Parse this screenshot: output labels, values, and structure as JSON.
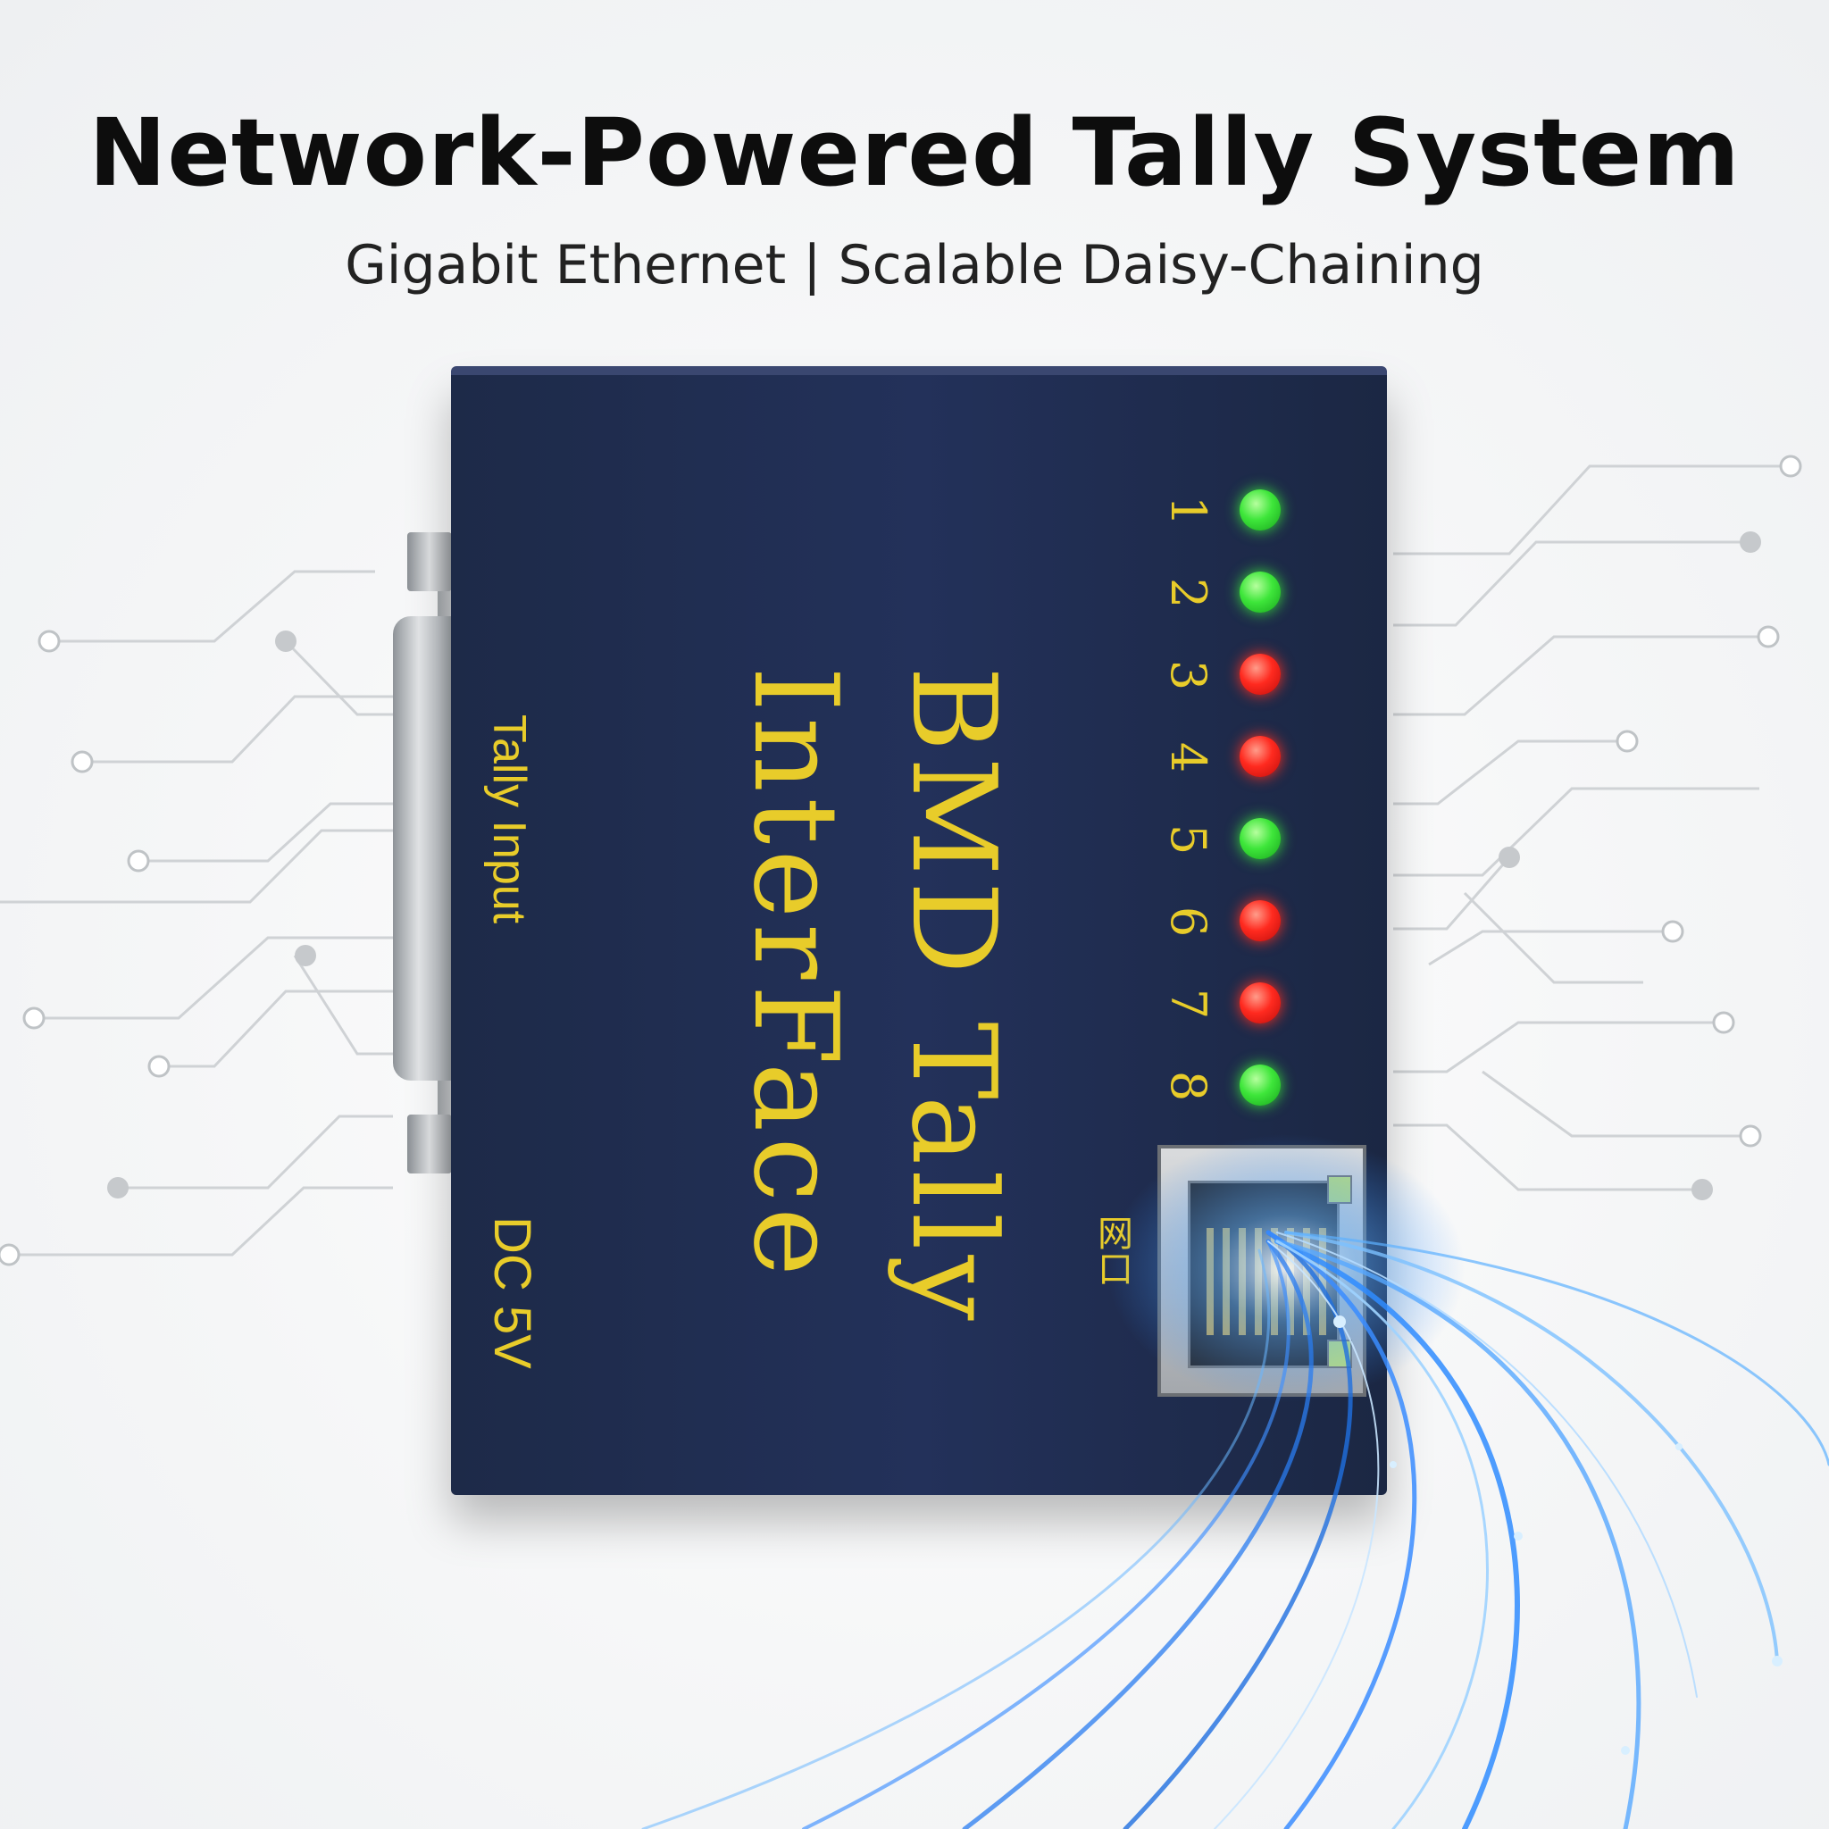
{
  "headline": "Network-Powered Tally System",
  "subline": "Gigabit Ethernet | Scalable Daisy-Chaining",
  "device": {
    "side_label": "Tally Input",
    "power_label": "DC 5V",
    "brand_line_1": "BMD Tally",
    "brand_line_2": "InterFace",
    "port_label": "网口",
    "leds": [
      {
        "number": "1",
        "state": "green"
      },
      {
        "number": "2",
        "state": "green"
      },
      {
        "number": "3",
        "state": "red"
      },
      {
        "number": "4",
        "state": "red"
      },
      {
        "number": "5",
        "state": "green"
      },
      {
        "number": "6",
        "state": "red"
      },
      {
        "number": "7",
        "state": "red"
      },
      {
        "number": "8",
        "state": "green"
      }
    ]
  },
  "colors": {
    "device_body": "#1f2c4e",
    "label_yellow": "#e8cc2a",
    "led_green": "#3ee63a",
    "led_red": "#ff2a1f",
    "fiber_blue": "#2f8cff"
  },
  "icons": [
    "circuit-trace-pattern",
    "rj45-port-icon",
    "db-connector-icon",
    "fiber-optic-light-trails"
  ]
}
